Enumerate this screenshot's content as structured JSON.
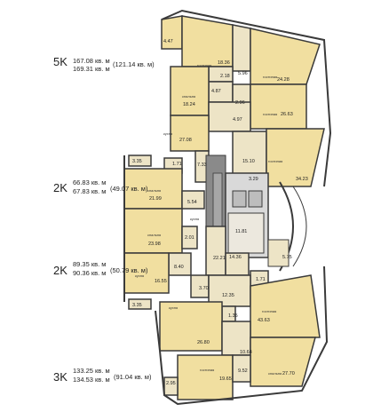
{
  "apartments": [
    {
      "code": "5K",
      "total": "167.08 кв. м",
      "total2": "169.31 кв. м",
      "living": "(121.14 кв. м)"
    },
    {
      "code": "2K",
      "total": "66.83 кв. м",
      "total2": "67.83 кв. м",
      "living": "(49.07 кв. м)"
    },
    {
      "code": "2K",
      "total": "89.35 кв. м",
      "total2": "90.36 кв. м",
      "living": "(50.79 кв. м)"
    },
    {
      "code": "3K",
      "total": "133.25 кв. м",
      "total2": "134.53 кв. м",
      "living": "(91.04 кв. м)"
    }
  ],
  "rooms": {
    "r_4_47": "4.47",
    "r_18_36": "18.36",
    "r_5_96": "5.96",
    "r_24_28": "24.28",
    "r_2_18": "2.18",
    "r_4_87": "4.87",
    "r_18_24": "18.24",
    "r_2_96": "2.96",
    "r_26_63": "26.63",
    "r_4_97": "4.97",
    "r_27_08": "27.08",
    "r_7_33": "7.33",
    "r_15_10": "15.10",
    "r_3_35_a": "3.35",
    "r_1_71_a": "1.71",
    "r_3_29": "3.29",
    "r_34_23": "34.23",
    "r_21_99": "21.99",
    "r_5_54": "5.54",
    "r_11_81": "11.81",
    "r_23_98": "23.98",
    "r_2_01": "2.01",
    "r_22_21": "22.21",
    "r_14_36": "14.36",
    "r_5_75": "5.75",
    "r_8_40": "8.40",
    "r_1_71_b": "1.71",
    "r_16_55": "16.55",
    "r_3_70": "3.70",
    "r_12_35": "12.35",
    "r_3_35_b": "3.35",
    "r_43_63": "43.63",
    "r_1_35": "1.35",
    "r_26_80": "26.80",
    "r_10_64": "10.64",
    "r_27_70": "27.70",
    "r_19_65": "19.65",
    "r_9_52": "9.52",
    "r_2_95": "2.95"
  },
  "room_names": {
    "gostinaya": "гостиная",
    "spalnya": "спальня",
    "kukhnya": "кухня"
  },
  "colors": {
    "room_fill": "#f1dfa0",
    "hall_fill": "#ede4c6",
    "wall": "#3a3a3a",
    "core": "#8a8a8a"
  }
}
